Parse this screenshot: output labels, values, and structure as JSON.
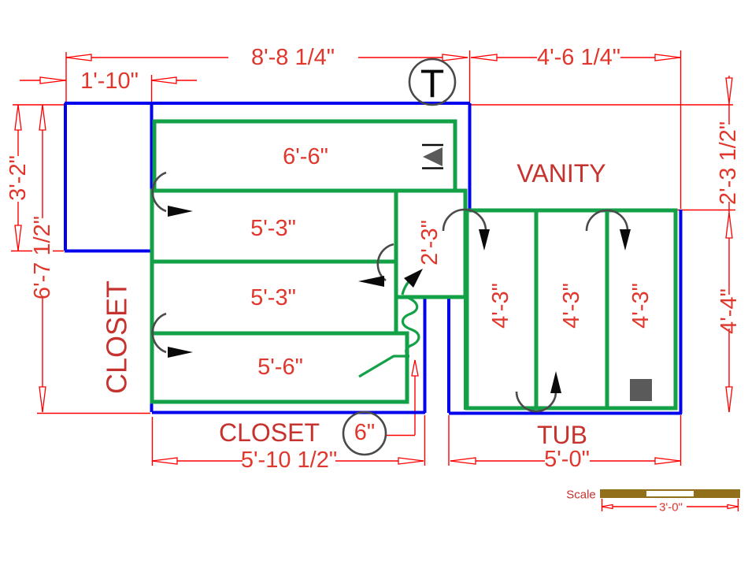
{
  "palette": {
    "red": "#ff0000",
    "dim_text": "#e0362b",
    "label_text": "#c6332f",
    "green": "#12a147",
    "blue": "#0000ee",
    "gray": "#4a4a4a",
    "black": "#0a0a0a",
    "dark_gray_fill": "#5a5a5a",
    "scalebar_brown": "#926f1a"
  },
  "labels": {
    "vanity": "VANITY",
    "closet_left": "CLOSET",
    "closet_bottom": "CLOSET",
    "tub": "TUB",
    "thermostat": "T",
    "scale": "Scale"
  },
  "dimensions": {
    "top_left": "8'-8 1/4\"",
    "alcove_width": "1'-10\"",
    "top_right": "4'-6 1/4\"",
    "alcove_height": "3'-2\"",
    "closet_height": "6'-7 1/2\"",
    "vanity_depth": "2'-3 1/2\"",
    "tub_depth": "4'-4\"",
    "shelf_unit_depth": "2'-3\"",
    "closet_width": "5'-10 1/2\"",
    "tub_width": "5'-0\"",
    "door_gap": "6\"",
    "scale_length": "3'-0\""
  },
  "shelf_labels": [
    "6'-6\"",
    "5'-3\"",
    "5'-3\"",
    "5'-6\""
  ],
  "tub_section_labels": [
    "4'-3\"",
    "4'-3\"",
    "4'-3\""
  ]
}
